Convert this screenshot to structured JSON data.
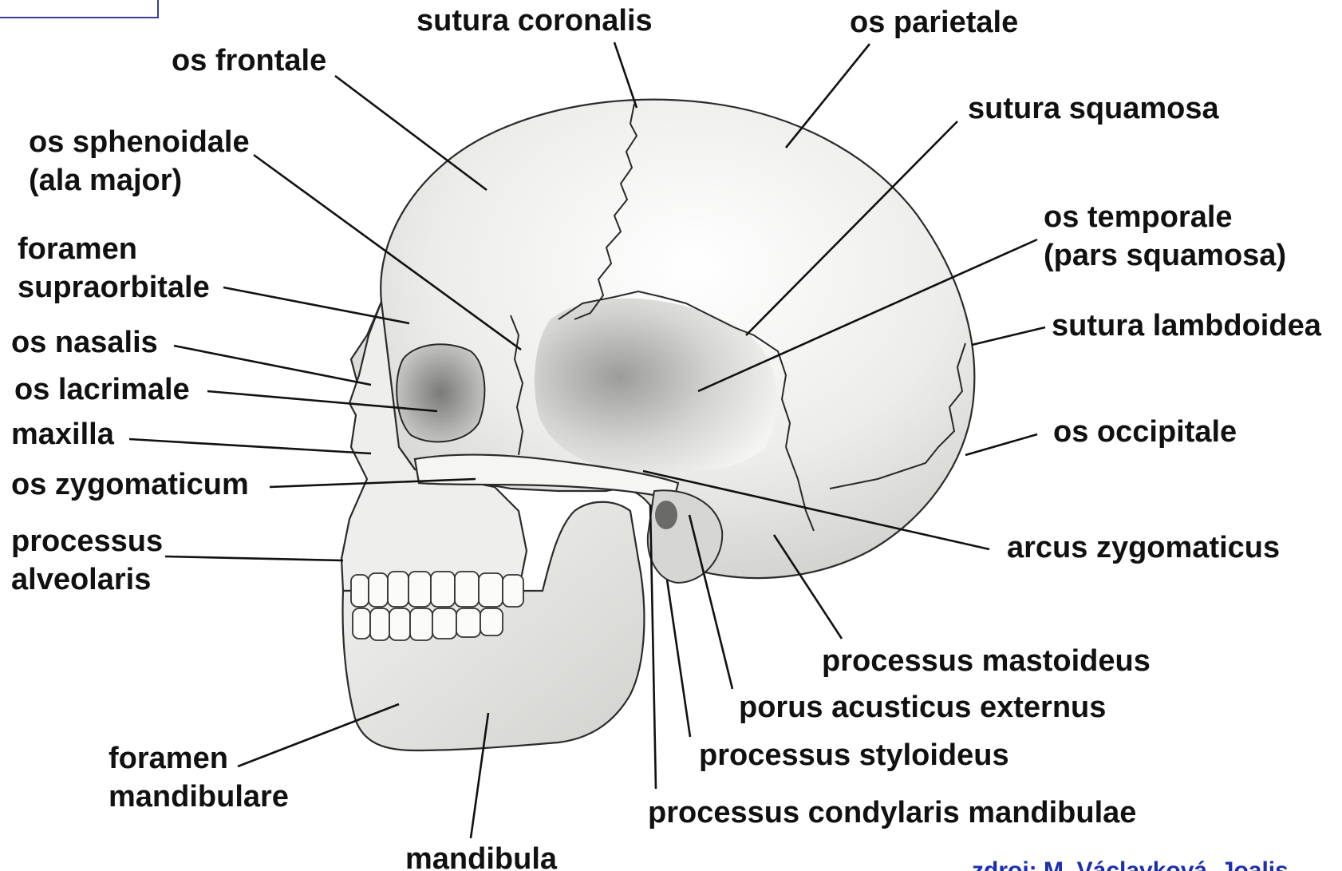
{
  "colors": {
    "label": "#111111",
    "bone_light": "#f2f2f0",
    "bone_shadow": "#a8a8a6",
    "credit": "#1b2fb0",
    "corner_box": "#3a3aa8"
  },
  "labels": {
    "sutura_coronalis": "sutura coronalis",
    "os_parietale": "os parietale",
    "os_frontale": "os frontale",
    "sutura_squamosa": "sutura squamosa",
    "os_sphenoidale_1": "os sphenoidale",
    "os_sphenoidale_2": "(ala major)",
    "os_temporale_1": "os temporale",
    "os_temporale_2": "(pars squamosa)",
    "foramen_supraorbitale_1": "foramen",
    "foramen_supraorbitale_2": "supraorbitale",
    "sutura_lambdoidea": "sutura lambdoidea",
    "os_nasalis": "os nasalis",
    "os_lacrimale": "os lacrimale",
    "maxilla": "maxilla",
    "os_occipitale": "os occipitale",
    "os_zygomaticum": "os zygomaticum",
    "processus_alveolaris_1": "processus",
    "processus_alveolaris_2": "alveolaris",
    "arcus_zygomaticus": "arcus zygomaticus",
    "processus_mastoideus": "processus mastoideus",
    "porus_acusticus_externus": "porus acusticus externus",
    "foramen_mandibulare_1": "foramen",
    "foramen_mandibulare_2": "mandibulare",
    "processus_styloideus": "processus styloideus",
    "processus_condylaris_mandibulae": "processus condylaris mandibulae",
    "mandibula": "mandibula"
  },
  "credit": "zdroj: M. Václavková, Joalis"
}
